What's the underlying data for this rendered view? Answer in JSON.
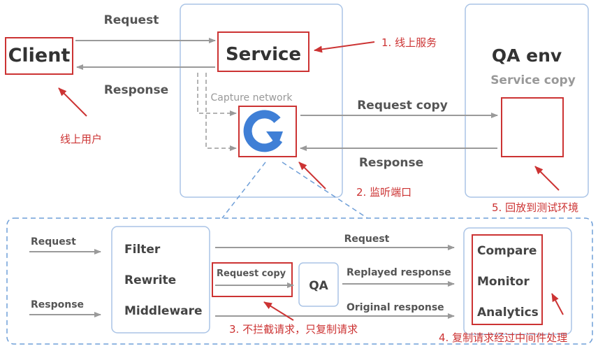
{
  "labels": {
    "client": "Client",
    "service": "Service",
    "qa_env": "QA env",
    "service_copy": "Service copy",
    "capture_network": "Capture network",
    "request_top": "Request",
    "response_top": "Response",
    "request_copy_top": "Request copy",
    "response_right": "Response"
  },
  "annotations": {
    "online_service": "1. 线上服务",
    "online_users": "线上用户",
    "listen_port": "2. 监听端口",
    "replay_env": "5. 回放到测试环境",
    "no_intercept": "3. 不拦截请求，只复制请求",
    "middleware_process": "4. 复制请求经过中间件处理"
  },
  "bottom": {
    "request_left": "Request",
    "response_left": "Response",
    "filter": "Filter",
    "rewrite": "Rewrite",
    "middleware": "Middleware",
    "request_mid": "Request",
    "request_copy": "Request copy",
    "qa": "QA",
    "replayed_response": "Replayed response",
    "original_response": "Original response",
    "compare": "Compare",
    "monitor": "Monitor",
    "analytics": "Analytics"
  },
  "colors": {
    "highlight": "#cc3333",
    "panel_border": "#aac4e6",
    "arrow": "#9a9a9a",
    "text": "#333333",
    "icon_blue": "#3f7fd6"
  }
}
